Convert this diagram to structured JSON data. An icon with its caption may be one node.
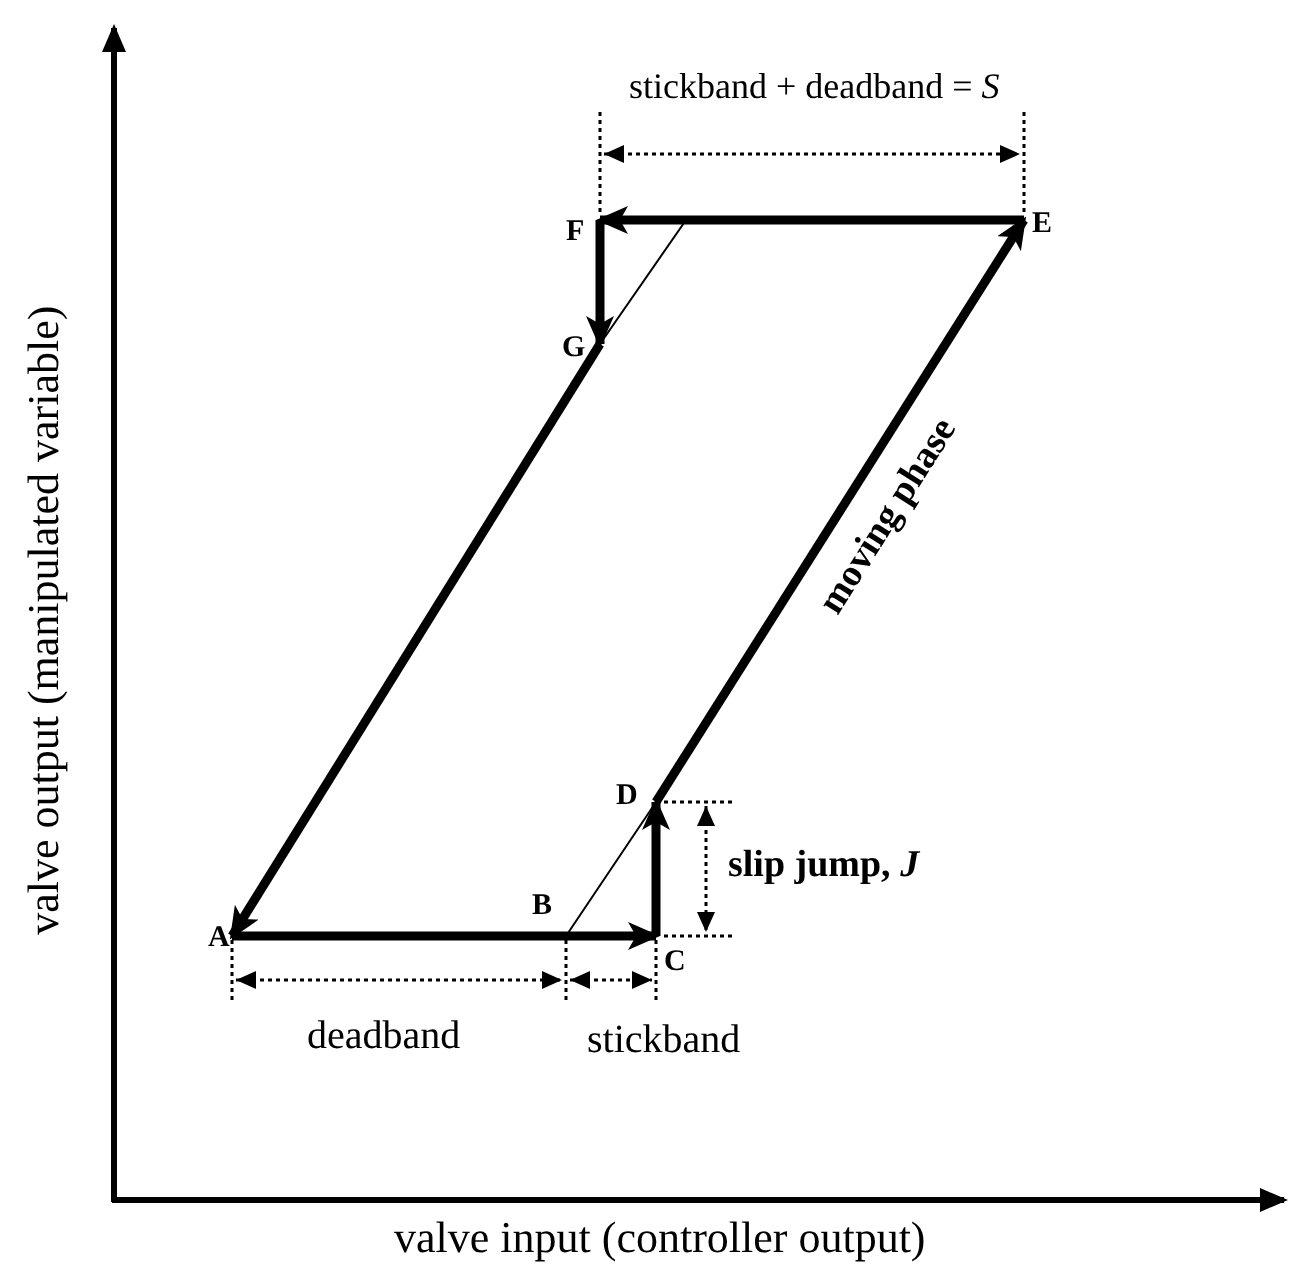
{
  "diagram": {
    "nodes": [
      {
        "text": [
          "A"
        ]
      },
      {
        "text": [
          "B"
        ]
      },
      {
        "text": [
          "C"
        ]
      },
      {
        "text": [
          "D"
        ]
      },
      {
        "text": [
          "E"
        ]
      },
      {
        "text": [
          "F"
        ]
      },
      {
        "text": [
          "G"
        ]
      }
    ],
    "edges": [
      {
        "from": 0,
        "to": 2,
        "arrow": "to"
      },
      {
        "from": 2,
        "to": 3,
        "arrow": "to"
      },
      {
        "from": 3,
        "to": 4,
        "arrow": "to",
        "label": "moving phase"
      },
      {
        "from": 4,
        "to": 5,
        "arrow": "to"
      },
      {
        "from": 5,
        "to": 6,
        "arrow": "to"
      },
      {
        "from": 6,
        "to": 0,
        "arrow": "to"
      },
      {
        "from": 1,
        "to": 3,
        "arrow": "none"
      },
      {
        "from": 6,
        "to": null,
        "arrow": "none"
      }
    ],
    "labels": [
      "valve output (manipulated variable)",
      "valve input (controller output)",
      "stickband + deadband = *S*",
      "slip jump, *J*",
      "deadband",
      "stickband"
    ]
  }
}
